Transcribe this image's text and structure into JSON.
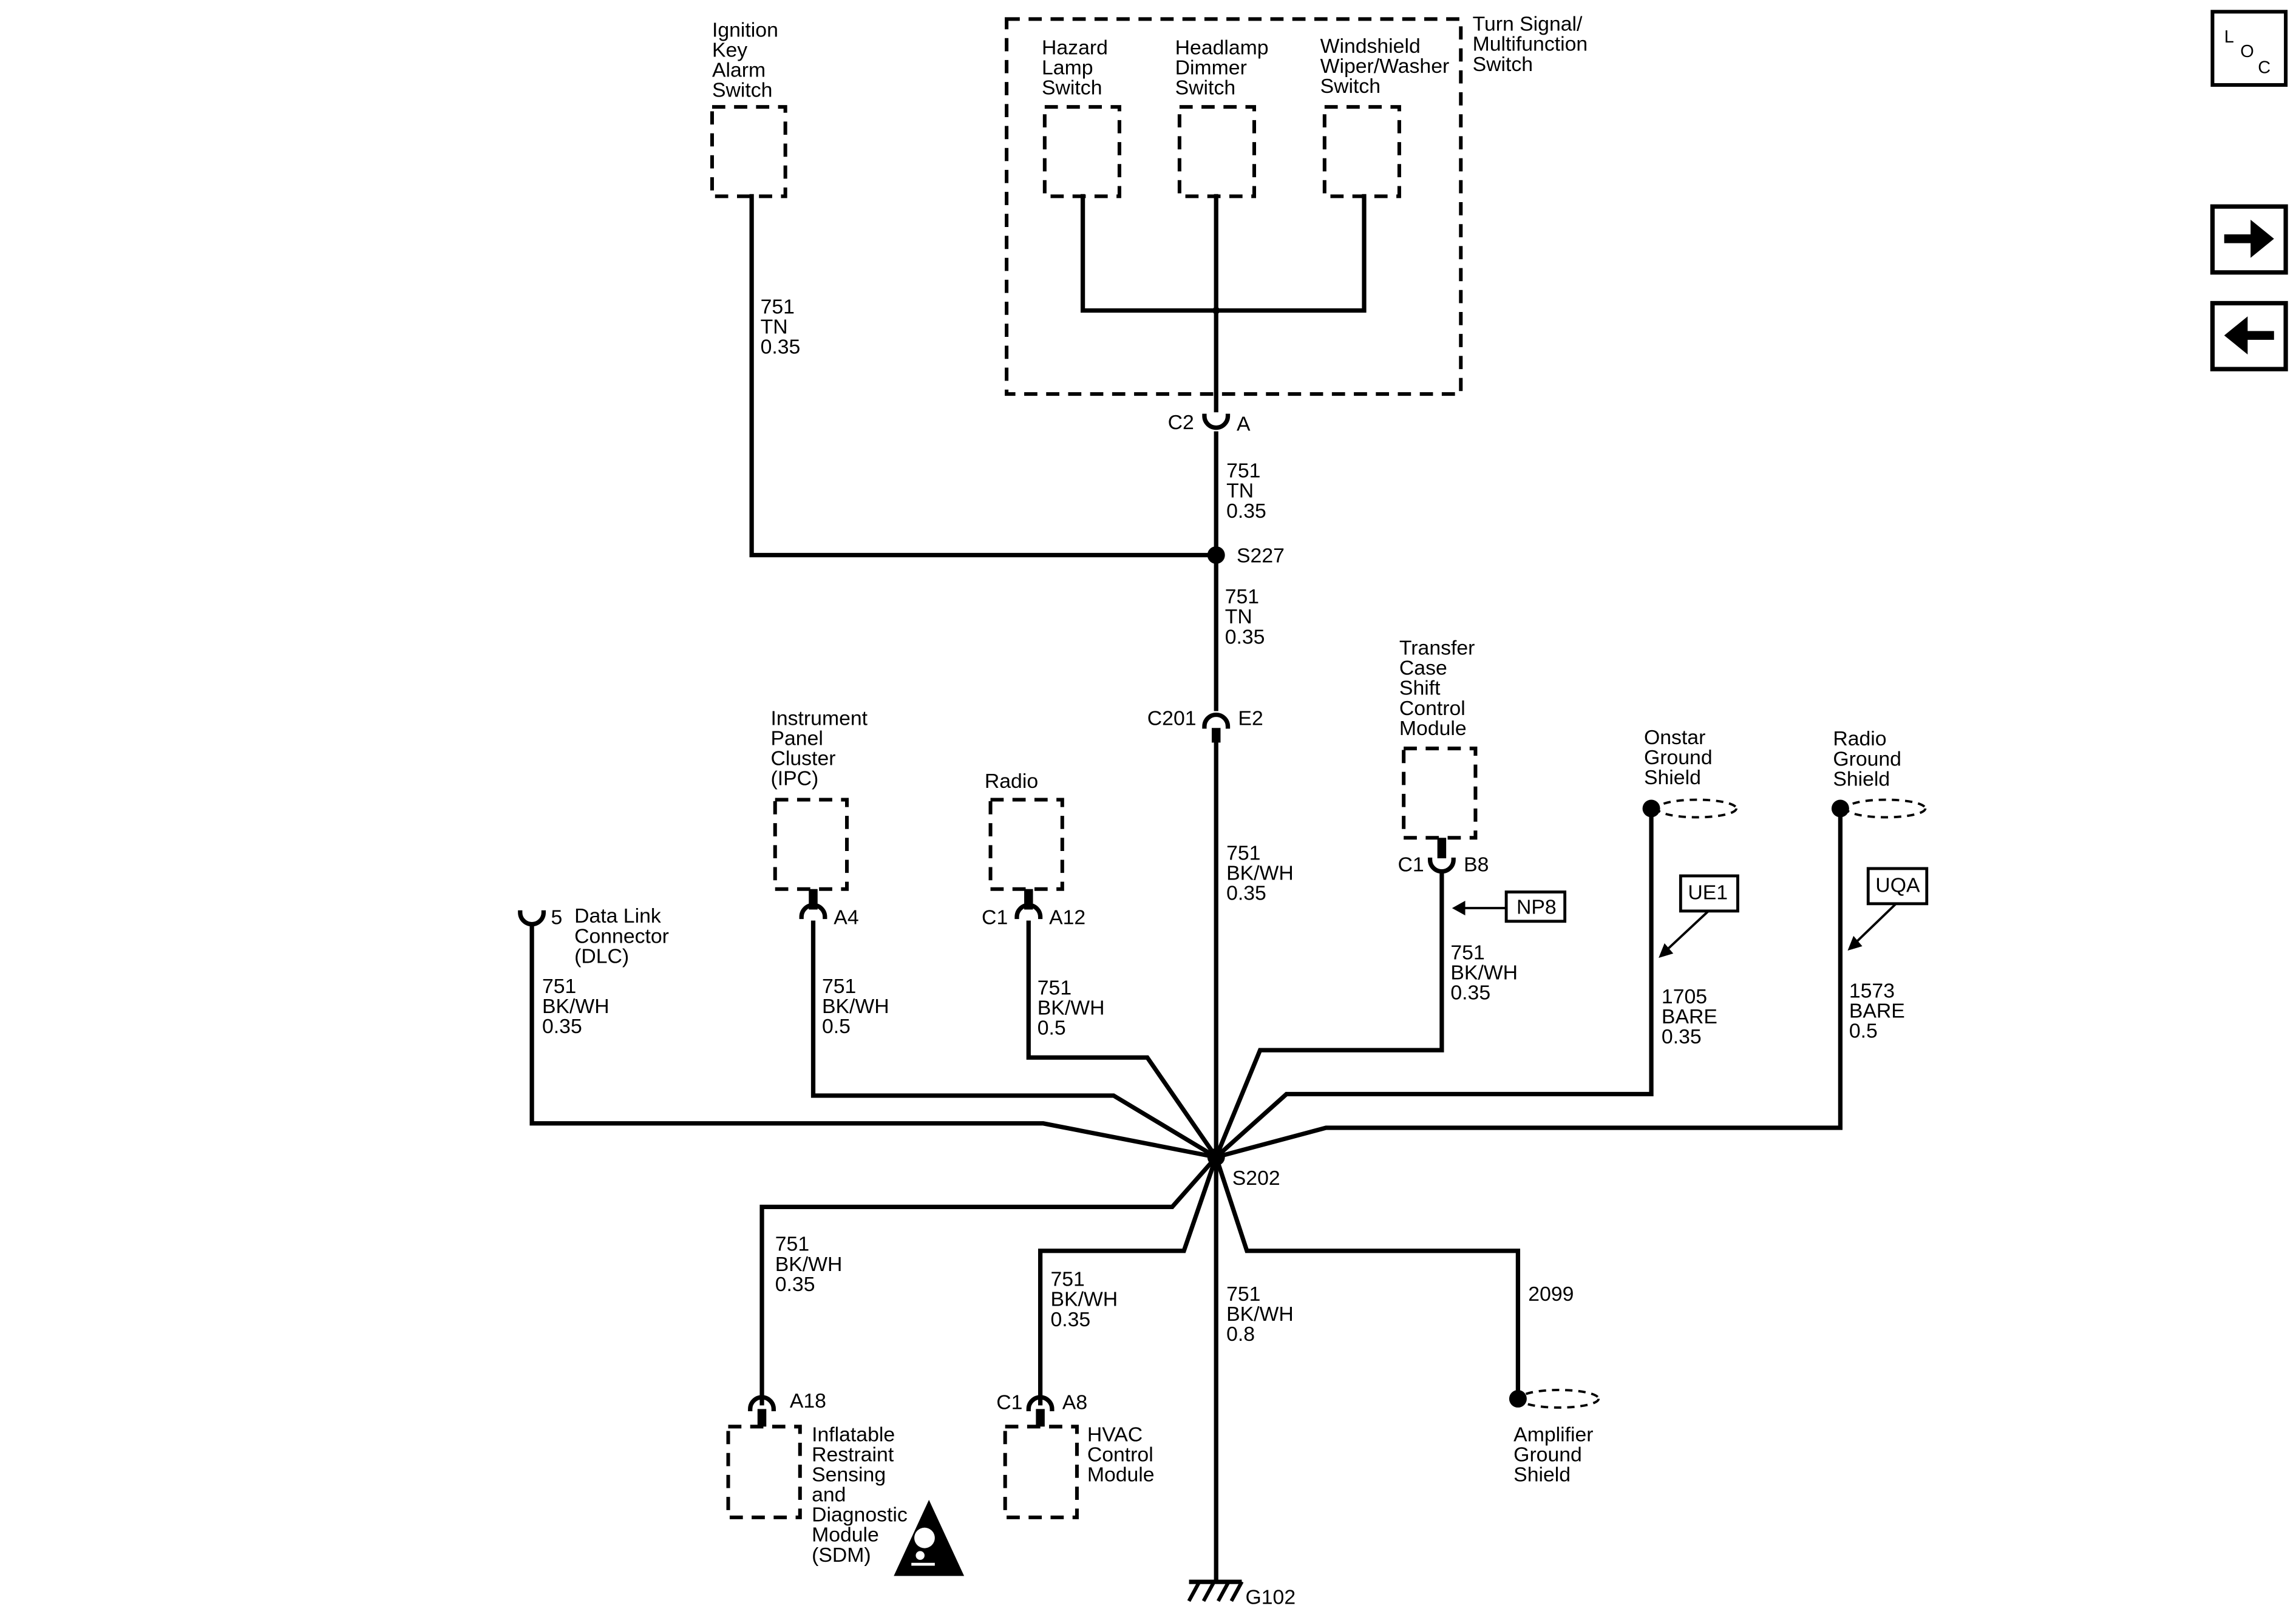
{
  "components": {
    "ignition_key_alarm_switch": [
      "Ignition",
      "Key",
      "Alarm",
      "Switch"
    ],
    "hazard_lamp_switch": [
      "Hazard",
      "Lamp",
      "Switch"
    ],
    "headlamp_dimmer_switch": [
      "Headlamp",
      "Dimmer",
      "Switch"
    ],
    "windshield_wiper_washer_switch": [
      "Windshield",
      "Wiper/Washer",
      "Switch"
    ],
    "turn_signal_multifunction_switch": [
      "Turn Signal/",
      "Multifunction",
      "Switch"
    ],
    "instrument_panel_cluster": [
      "Instrument",
      "Panel",
      "Cluster",
      "(IPC)"
    ],
    "radio": [
      "Radio"
    ],
    "transfer_case_shift_control_module": [
      "Transfer",
      "Case",
      "Shift",
      "Control",
      "Module"
    ],
    "onstar_ground_shield": [
      "Onstar",
      "Ground",
      "Shield"
    ],
    "radio_ground_shield": [
      "Radio",
      "Ground",
      "Shield"
    ],
    "data_link_connector": [
      "Data Link",
      "Connector",
      "(DLC)"
    ],
    "sdm": [
      "Inflatable",
      "Restraint",
      "Sensing",
      "and",
      "Diagnostic",
      "Module",
      "(SDM)"
    ],
    "hvac_control_module": [
      "HVAC",
      "Control",
      "Module"
    ],
    "amplifier_ground_shield": [
      "Amplifier",
      "Ground",
      "Shield"
    ]
  },
  "wires": {
    "w_ignition": [
      "751",
      "TN",
      "0.35"
    ],
    "w_c2_s227": [
      "751",
      "TN",
      "0.35"
    ],
    "w_s227_c201": [
      "751",
      "TN",
      "0.35"
    ],
    "w_c201_s202": [
      "751",
      "BK/WH",
      "0.35"
    ],
    "w_dlc": [
      "751",
      "BK/WH",
      "0.35"
    ],
    "w_ipc": [
      "751",
      "BK/WH",
      "0.5"
    ],
    "w_radio": [
      "751",
      "BK/WH",
      "0.5"
    ],
    "w_tcscm": [
      "751",
      "BK/WH",
      "0.35"
    ],
    "w_onstar": [
      "1705",
      "BARE",
      "0.35"
    ],
    "w_radio_shield": [
      "1573",
      "BARE",
      "0.5"
    ],
    "w_sdm": [
      "751",
      "BK/WH",
      "0.35"
    ],
    "w_hvac": [
      "751",
      "BK/WH",
      "0.35"
    ],
    "w_ground": [
      "751",
      "BK/WH",
      "0.8"
    ],
    "w_amp": [
      "2099"
    ]
  },
  "connectors": {
    "c2": "C2",
    "c2_pin": "A",
    "c201": "C201",
    "c201_pin": "E2",
    "dlc_pin": "5",
    "ipc_pin": "A4",
    "radio_conn": "C1",
    "radio_pin": "A12",
    "tcscm_conn": "C1",
    "tcscm_pin": "B8",
    "sdm_pin": "A18",
    "hvac_conn": "C1",
    "hvac_pin": "A8"
  },
  "splices": {
    "s227": "S227",
    "s202": "S202"
  },
  "ground": "G102",
  "options": {
    "np8": "NP8",
    "ue1": "UE1",
    "uqa": "UQA"
  },
  "nav": {
    "loc_l": "L",
    "loc_o": "O",
    "loc_c": "C"
  },
  "icons": {
    "next": "arrow-right-icon",
    "prev": "arrow-left-icon",
    "airbag": "airbag-warning-icon"
  }
}
